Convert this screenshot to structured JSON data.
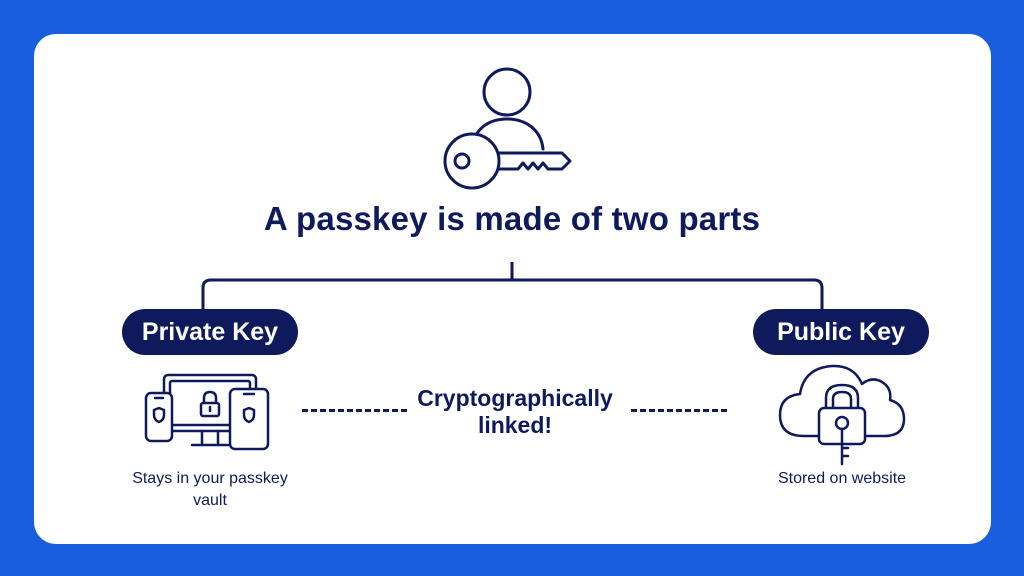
{
  "title": "A passkey is made of two parts",
  "private_key": {
    "label": "Private Key",
    "caption": "Stays in your passkey vault",
    "icon": "devices-lock-icon"
  },
  "public_key": {
    "label": "Public Key",
    "caption": "Stored on website",
    "icon": "cloud-lock-key-icon"
  },
  "link_text": "Cryptographically linked!",
  "hero_icon": "user-key-icon",
  "colors": {
    "background": "#1a5ee0",
    "card": "#ffffff",
    "ink": "#0f1a5c"
  }
}
